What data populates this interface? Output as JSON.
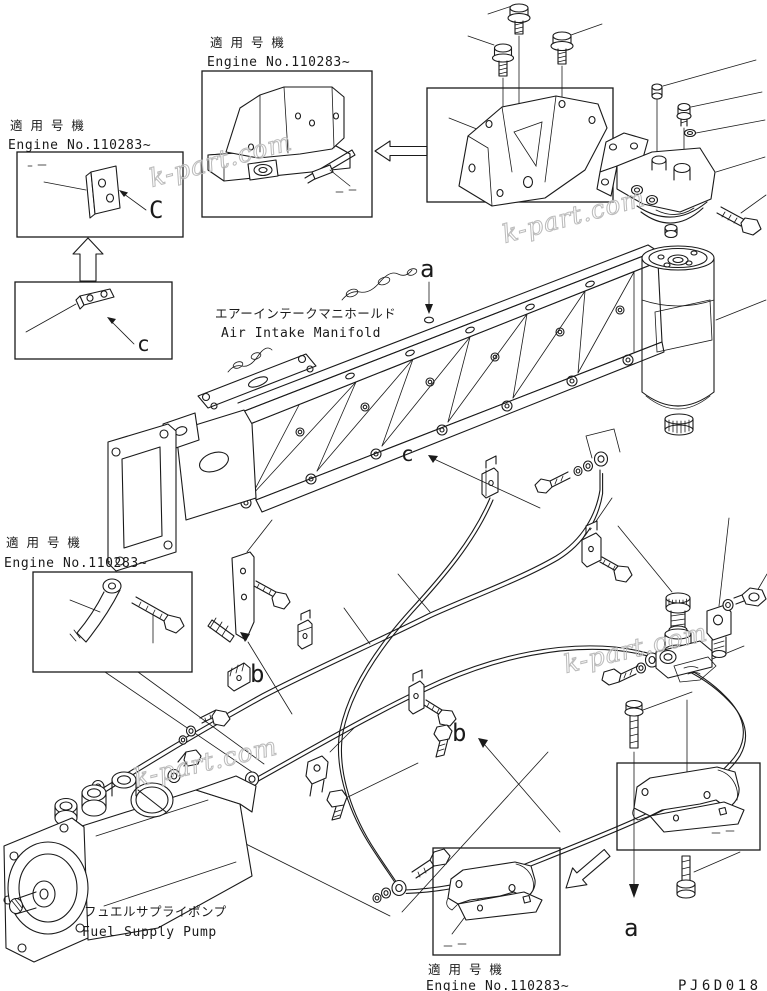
{
  "document": {
    "drawing_code": "PJ6D018",
    "watermark": "k-part.com"
  },
  "applicability": {
    "jp": "適 用 号 機",
    "engine_no": "Engine No.110283~"
  },
  "parts": {
    "air_intake_manifold": {
      "jp": "エアーインテークマニホールド",
      "en": "Air Intake Manifold"
    },
    "fuel_supply_pump": {
      "jp": "フュエルサプライポンプ",
      "en": "Fuel Supply Pump"
    }
  },
  "markers": {
    "a": "a",
    "b": "b",
    "c": "c",
    "c_upper": "C"
  }
}
